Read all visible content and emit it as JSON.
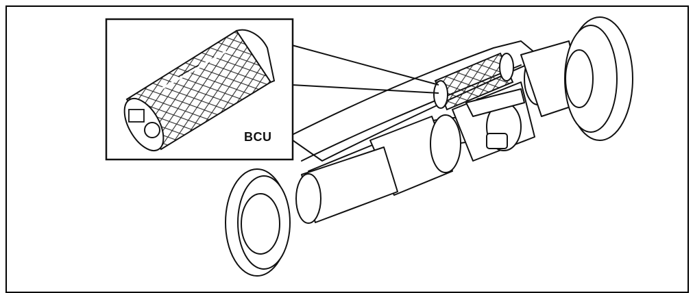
{
  "diagram": {
    "label": "BCU",
    "icons": [
      "vehicle-axle-assembly",
      "bcu-component-detail"
    ],
    "colors": {
      "line": "#111111",
      "background": "#ffffff"
    }
  }
}
